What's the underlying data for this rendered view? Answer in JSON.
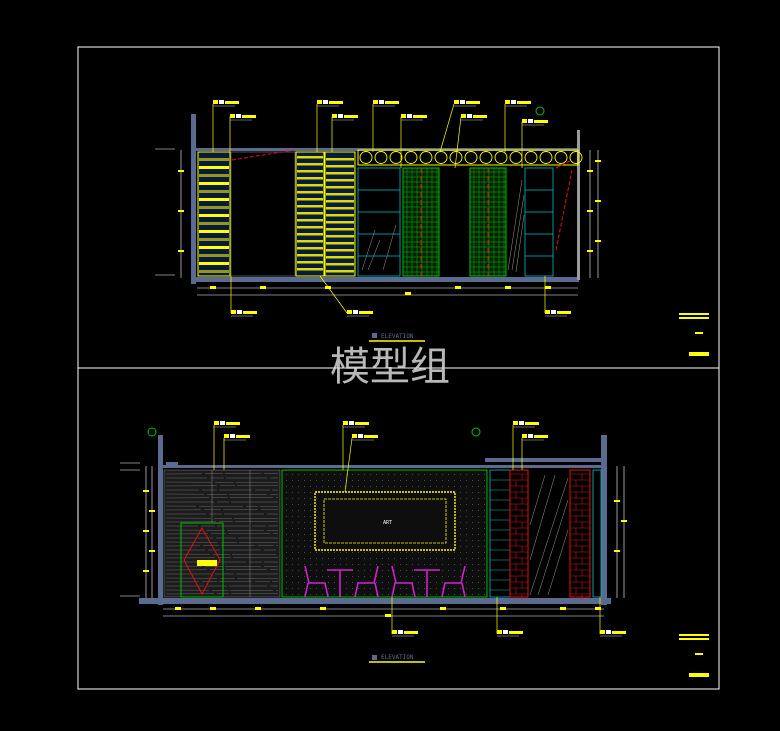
{
  "drawing": {
    "watermark": "模型组",
    "art_label": "ART",
    "title_top": "ELEVATION",
    "title_bottom": "ELEVATION"
  },
  "colors": {
    "background": "#000000",
    "frame": "#ffffff",
    "wall": "#5b6b8f",
    "yellow": "#ffff00",
    "green": "#00c000",
    "red": "#e01010",
    "magenta": "#d020d0",
    "cyan": "#00c0c0",
    "gray": "#9a9a9a"
  }
}
